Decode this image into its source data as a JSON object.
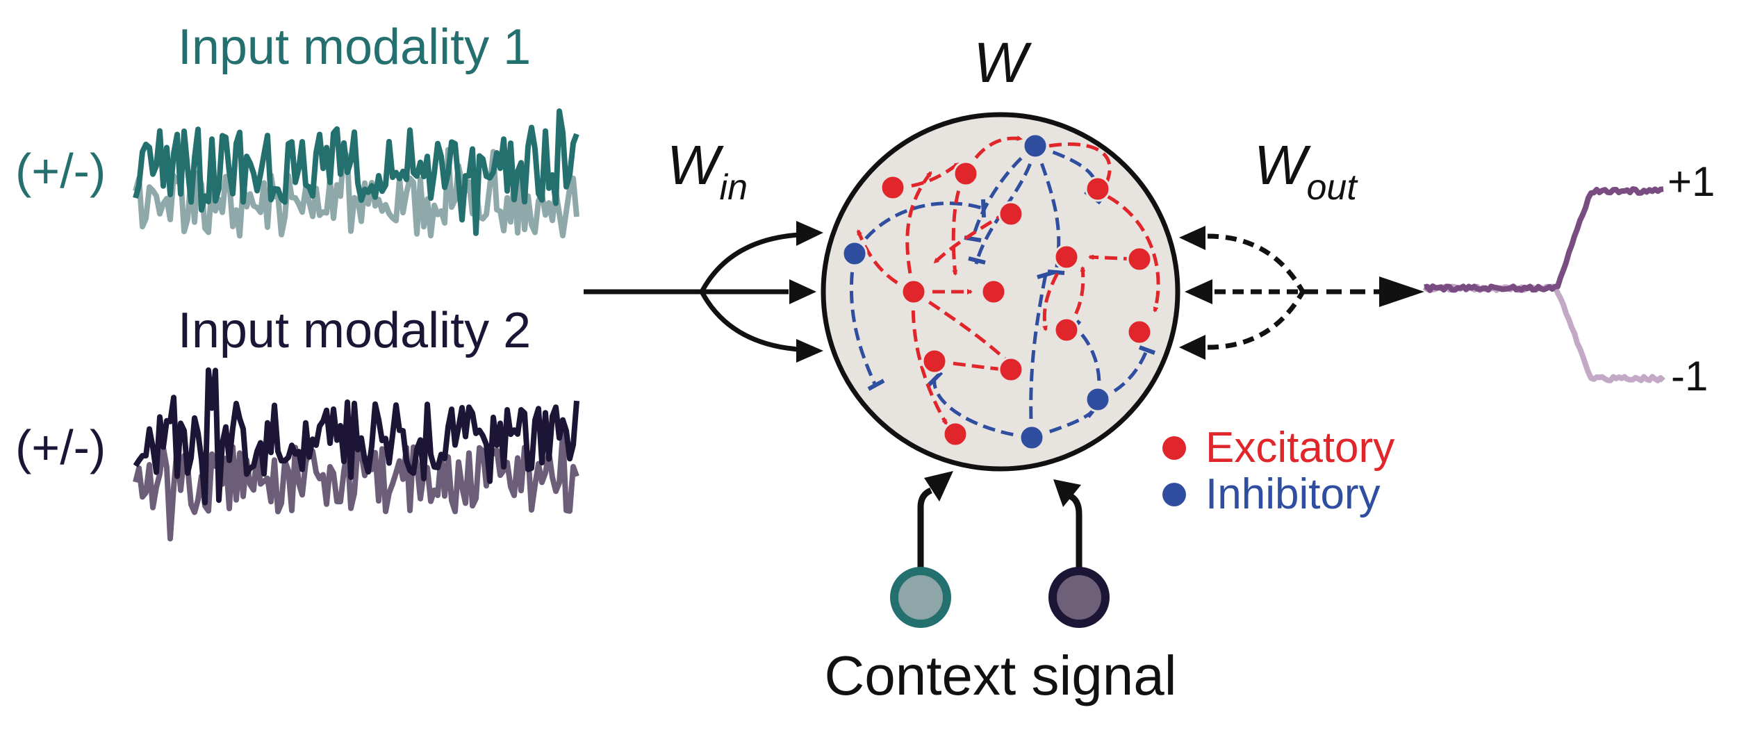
{
  "inputs": [
    {
      "title": "Input modality 1",
      "sign_label": "(+/-)"
    },
    {
      "title": "Input modality 2",
      "sign_label": "(+/-)"
    }
  ],
  "network": {
    "recurrent_label": "W",
    "input_weight": {
      "base": "W",
      "subscript": "in"
    },
    "output_weight": {
      "base": "W",
      "subscript": "out"
    }
  },
  "legend": [
    {
      "label": "Excitatory",
      "color": "#e0262b"
    },
    {
      "label": "Inhibitory",
      "color": "#2f4ea0"
    }
  ],
  "output": {
    "upper_label": "+1",
    "lower_label": "-1"
  },
  "context": {
    "label": "Context signal"
  },
  "colors": {
    "teal_dark": "#24706e",
    "teal_light": "#8fa9aa",
    "navy_dark": "#1d1536",
    "navy_light": "#6c5d78",
    "purple_out": "#7a4d82",
    "purple_out_light": "#c4a9c6",
    "circle_fill": "#e7e3df",
    "context_teal_fill": "#8fa6a8",
    "context_navy_fill": "#6f6079"
  }
}
